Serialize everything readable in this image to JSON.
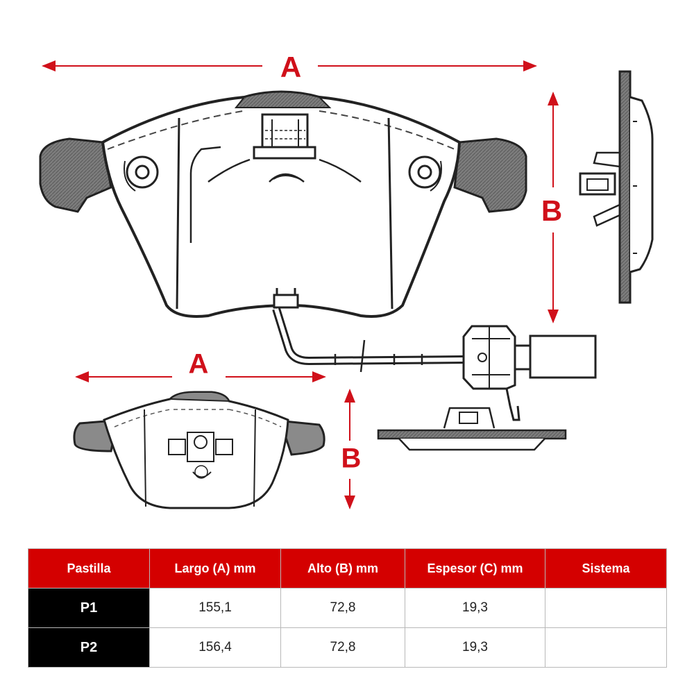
{
  "diagram": {
    "labels": {
      "top_width": "A",
      "top_height": "B",
      "bottom_width": "A",
      "bottom_height": "B"
    },
    "accent_color": "#d0101a",
    "friction_color": "#8a8a8a"
  },
  "table": {
    "headers": [
      "Pastilla",
      "Largo (A) mm",
      "Alto (B) mm",
      "Espesor (C) mm",
      "Sistema"
    ],
    "rows": [
      [
        "P1",
        "155,1",
        "72,8",
        "19,3",
        ""
      ],
      [
        "P2",
        "156,4",
        "72,8",
        "19,3",
        ""
      ]
    ],
    "header_color": "#d40000",
    "row_label_color": "#000000"
  }
}
